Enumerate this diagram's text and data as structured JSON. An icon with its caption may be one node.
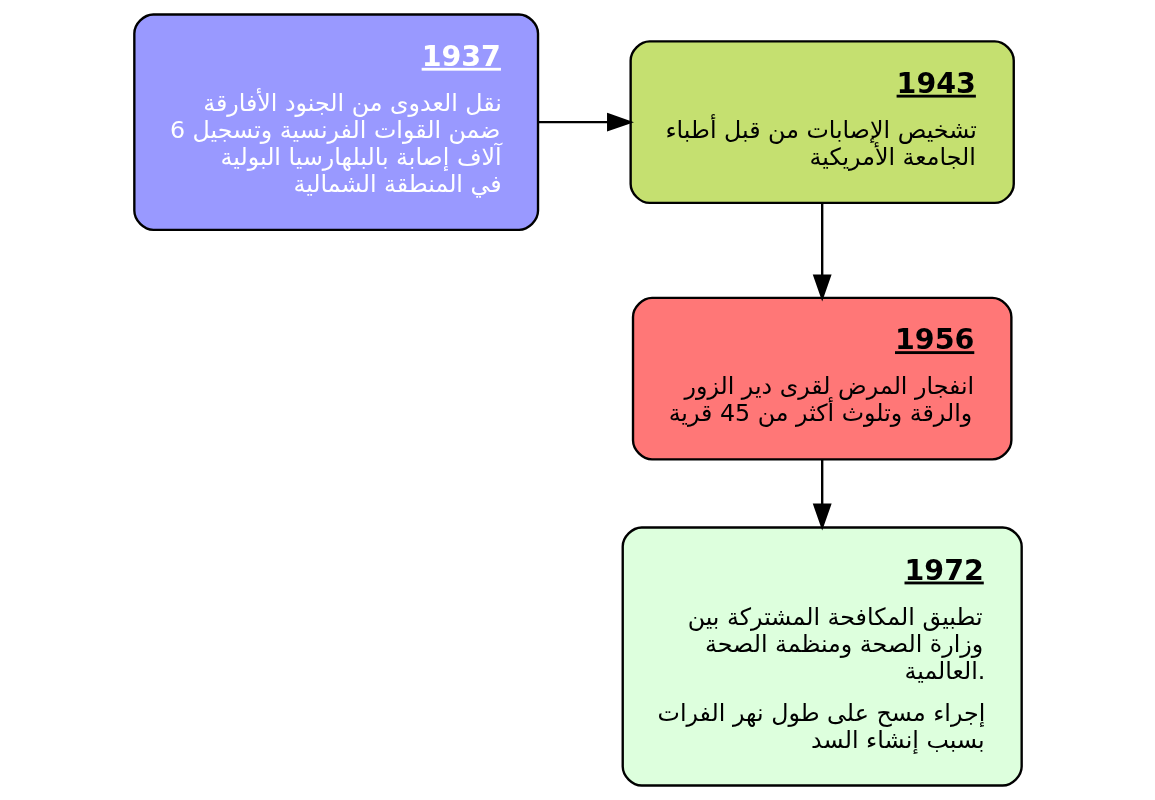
{
  "diagram": {
    "nodes": [
      {
        "text": [
          "1937",
          "نقل العدوى من الجنود الأفارقة ضمن القوات الفرنسية وتسجيل 6 آلاف إصابة بالبلهارسيا البولية في المنطقة الشمالية"
        ]
      },
      {
        "text": [
          "1943",
          "تشخيص الإصابات من قبل أطباء الجامعة الأمريكية"
        ]
      },
      {
        "text": [
          "1956",
          "انفجار المرض لقرى دير الزور والرقة وتلوث أكثر من 45 قرية"
        ]
      },
      {
        "text": [
          "1972",
          "تطبيق المكافحة المشتركة بين وزارة الصحة ومنظمة الصحة العالمية.",
          "إجراء مسح على طول نهر الفرات بسبب إنشاء السد"
        ]
      }
    ],
    "edges": [
      {
        "from": 0,
        "to": 1,
        "arrow": "to"
      },
      {
        "from": 1,
        "to": 2,
        "arrow": "to"
      },
      {
        "from": 2,
        "to": 3,
        "arrow": "to"
      }
    ]
  }
}
